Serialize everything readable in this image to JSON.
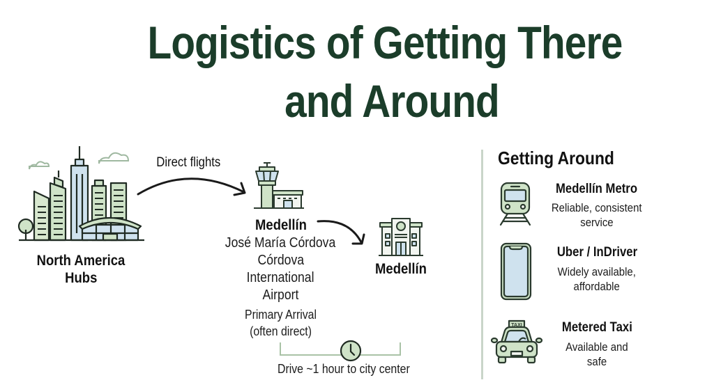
{
  "title": {
    "line1": "Logistics of Getting There",
    "line2": "and Around"
  },
  "colors": {
    "title": "#1b3d2a",
    "icon_fill": "#cfe3c8",
    "icon_stroke": "#2a3a2e",
    "glass": "#cfe2ee",
    "divider": "#c9d5c9"
  },
  "origin": {
    "icon": "city-skyline-icon",
    "label_line1": "North America",
    "label_line2": "Hubs"
  },
  "flight": {
    "label": "Direct flights"
  },
  "airport": {
    "icon": "airport-tower-icon",
    "name": "Medellín",
    "sub_line1": "José María Córdova",
    "sub_line2": "Córdova",
    "sub_line3": "International",
    "sub_line4": "Airport",
    "arrival_line1": "Primary Arrival",
    "arrival_line2": "(often direct)"
  },
  "destination": {
    "icon": "city-building-icon",
    "name": "Medellín"
  },
  "drive": {
    "icon": "clock-icon",
    "label": "Drive ~1 hour to city center"
  },
  "getting_around": {
    "title": "Getting Around",
    "items": [
      {
        "icon": "metro-train-icon",
        "title": "Medellín Metro",
        "desc_line1": "Reliable, consistent",
        "desc_line2": "service"
      },
      {
        "icon": "smartphone-icon",
        "title": "Uber / InDriver",
        "desc_line1": "Widely available,",
        "desc_line2": "affordable"
      },
      {
        "icon": "taxi-icon",
        "title": "Metered Taxi",
        "desc_line1": "Available and",
        "desc_line2": "safe",
        "badge": "TAXI"
      }
    ]
  }
}
